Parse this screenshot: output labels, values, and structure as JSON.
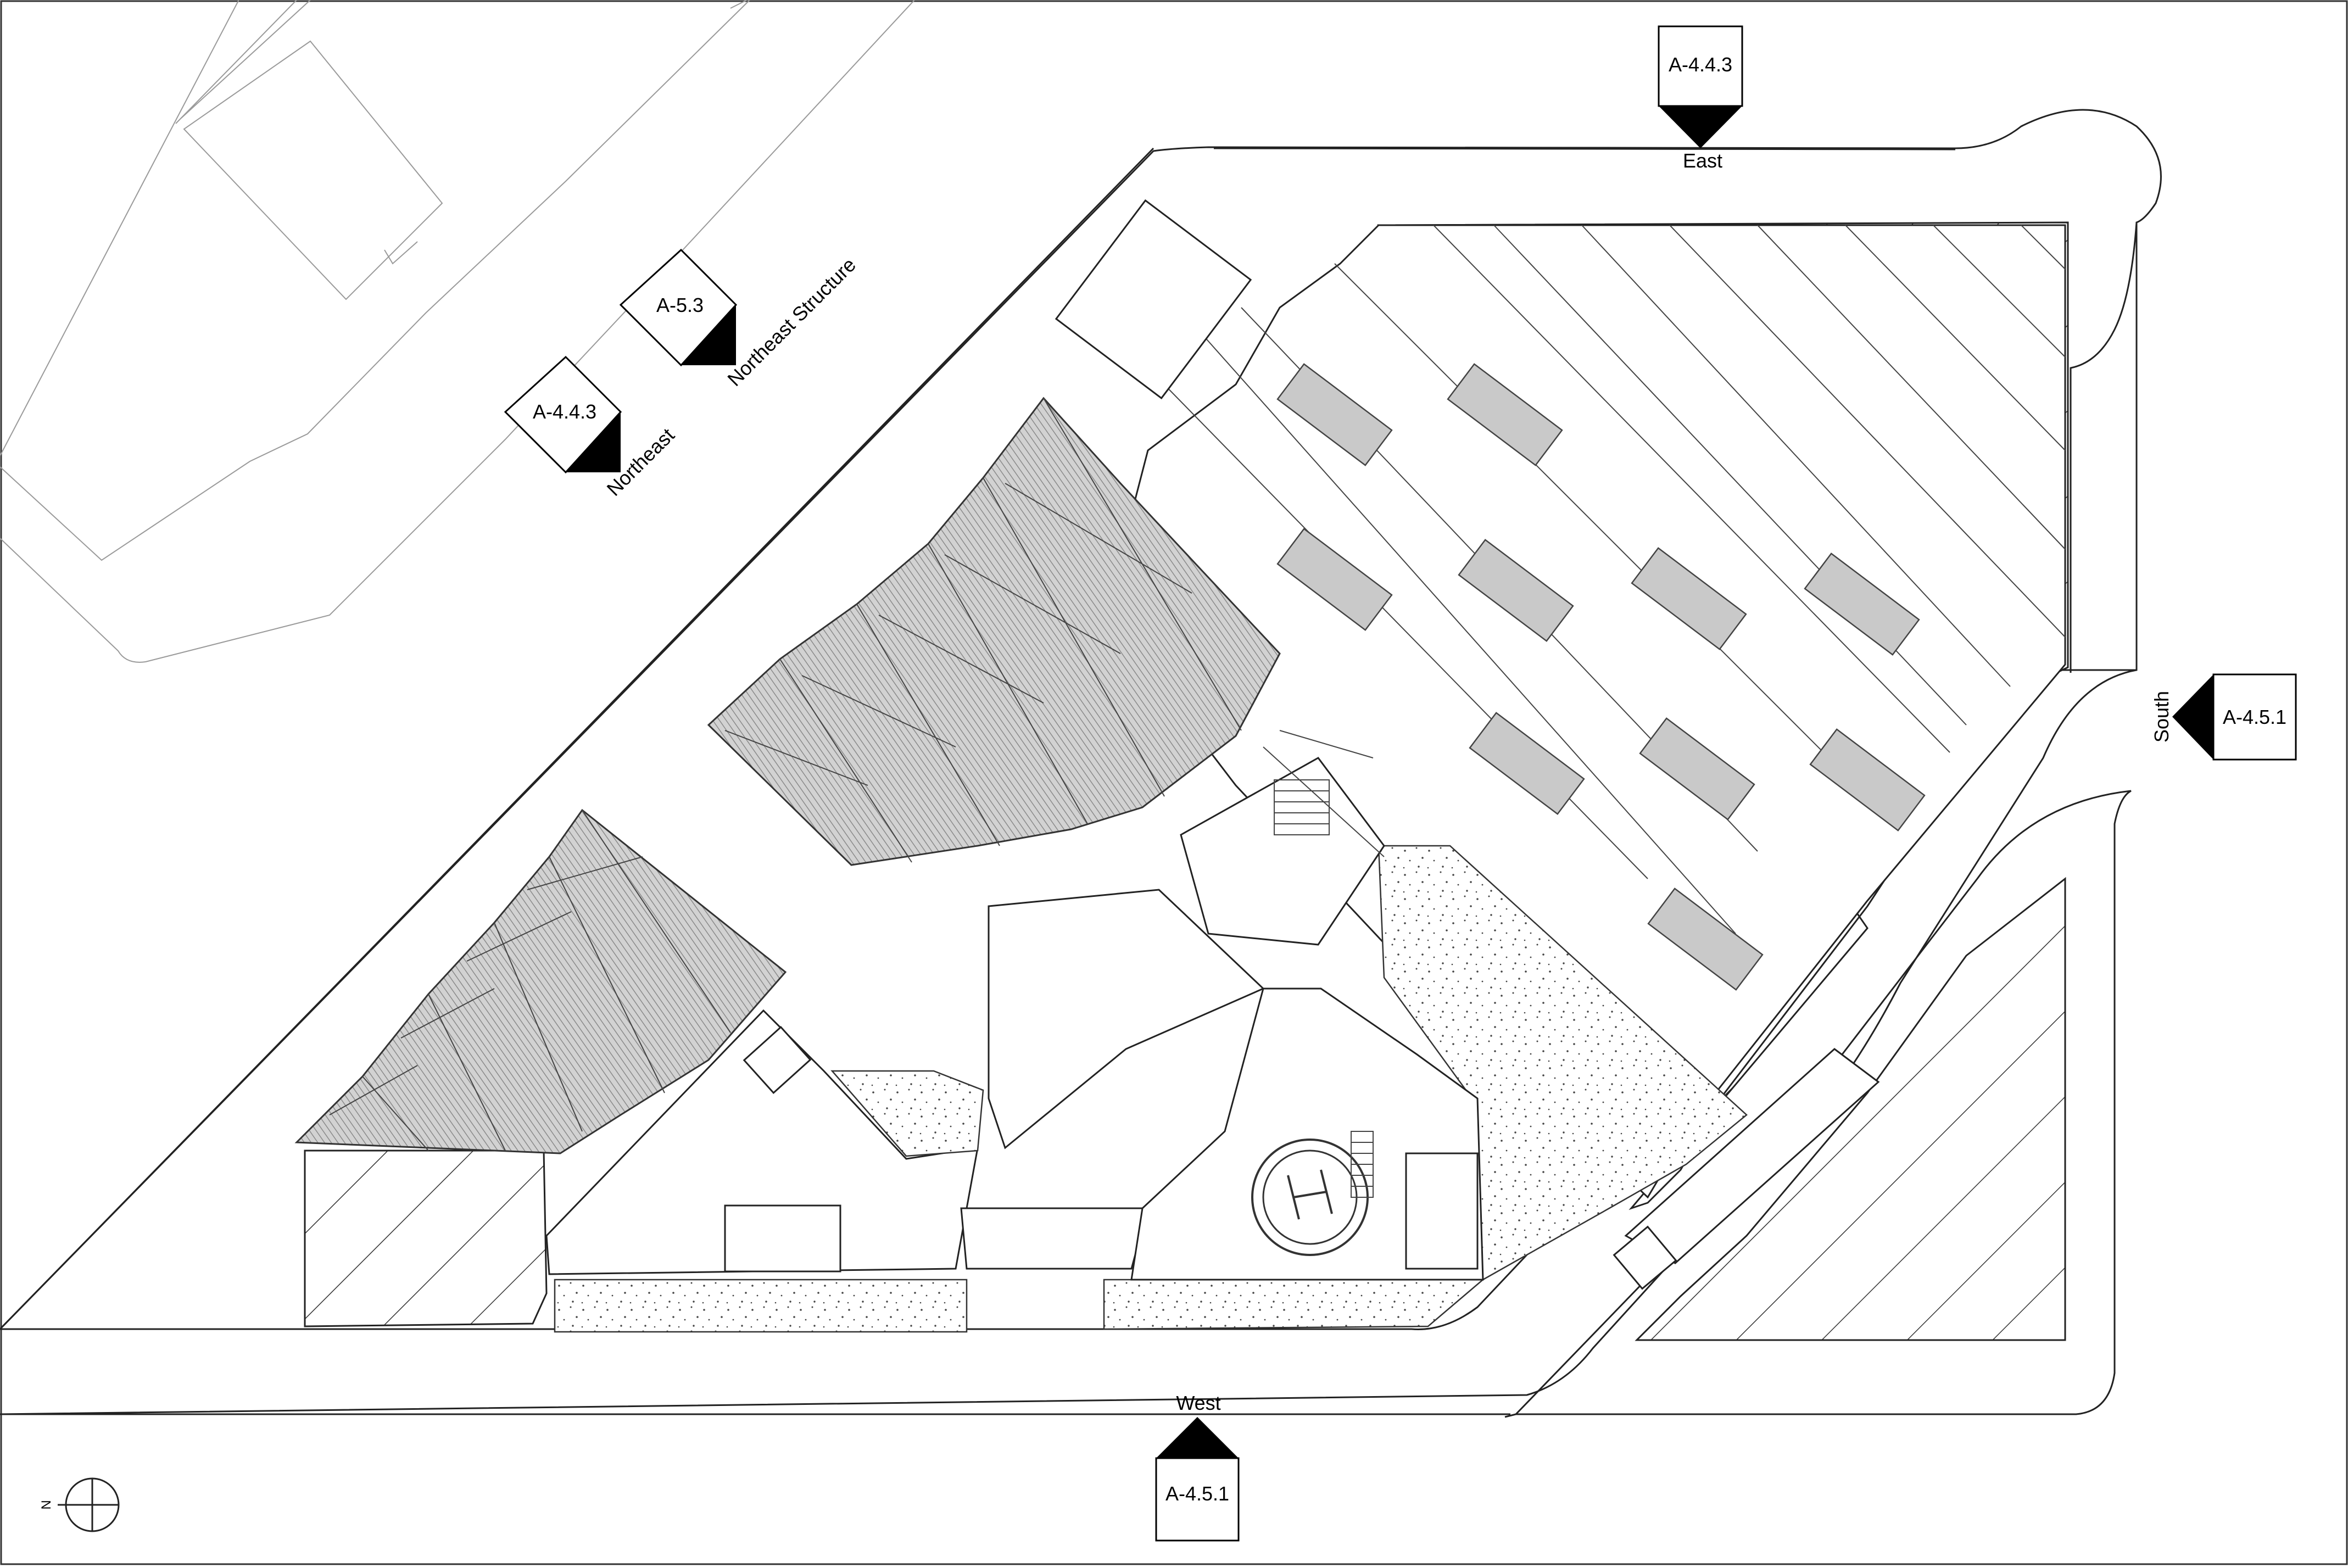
{
  "section_tags": [
    {
      "id": "tag-east",
      "number": "A-4.4.3",
      "label": "East"
    },
    {
      "id": "tag-south",
      "number": "A-4.5.1",
      "label": "South"
    },
    {
      "id": "tag-west",
      "number": "A-4.5.1",
      "label": "West"
    },
    {
      "id": "tag-northeast",
      "number": "A-4.4.3",
      "label": "Northeast"
    },
    {
      "id": "tag-northeast-structure",
      "number": "A-5.3",
      "label": "Northeast Structure"
    }
  ],
  "north_arrow": {
    "letter": "N"
  },
  "colors": {
    "line": "#222222",
    "fill_dark": "#000000",
    "roof_gray": "#bdbdbd",
    "panel_gray": "#c9c9c9"
  }
}
